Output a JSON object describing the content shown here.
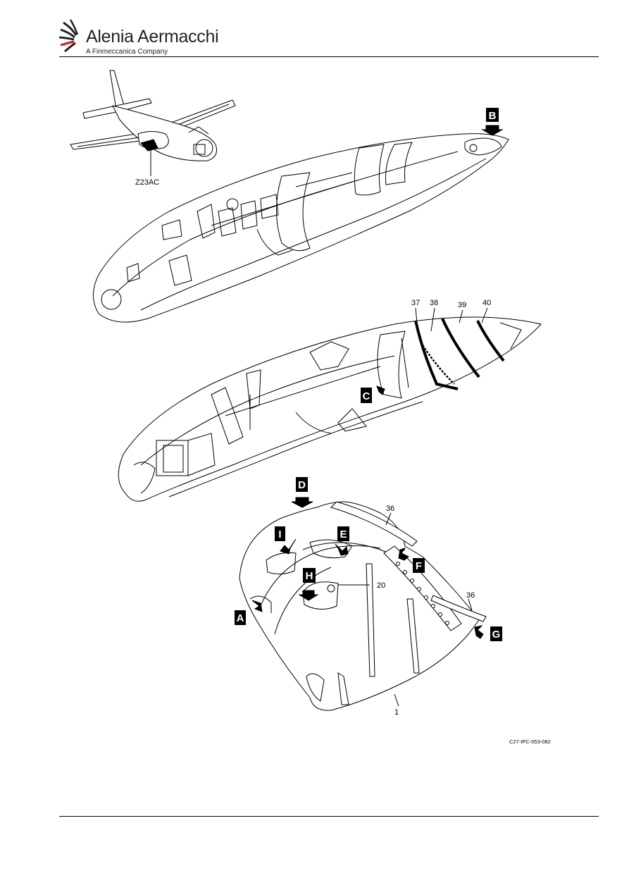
{
  "header": {
    "company": "Alenia Aermacchi",
    "tagline": "A Finmeccanica Company",
    "logo_colors": {
      "dark": "#222222",
      "red": "#d7141a"
    }
  },
  "figure": {
    "locator_label": "Z23AC",
    "view_labels": [
      "A",
      "B",
      "C",
      "D",
      "E",
      "F",
      "G",
      "H",
      "I"
    ],
    "item_numbers": {
      "frame_37": "37",
      "frame_38": "38",
      "frame_39": "39",
      "frame_40": "40",
      "upper_member": "36",
      "lower_member": "36",
      "bracket": "20",
      "bulkhead": "1"
    },
    "figure_ref": "C27-IPC-053-082"
  }
}
